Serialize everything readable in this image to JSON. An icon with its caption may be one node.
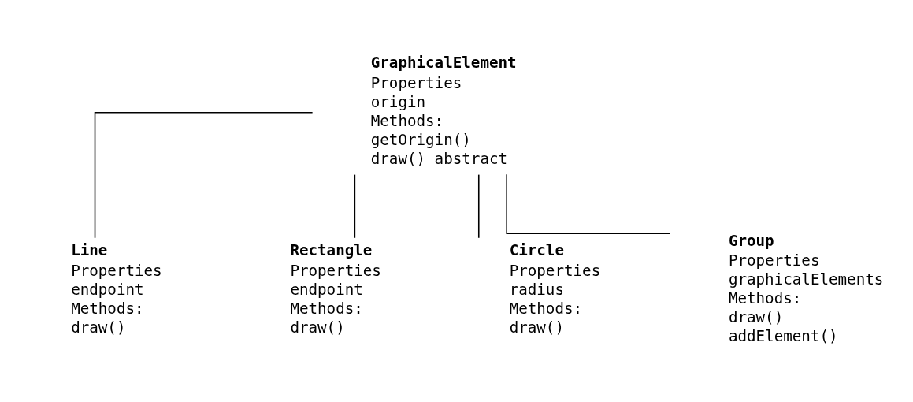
{
  "diagram": {
    "nodes": [
      {
        "text": [
          "GraphicalElement",
          "Properties",
          "origin",
          "Methods:",
          "getOrigin()",
          "draw() abstract"
        ]
      },
      {
        "text": [
          "Line",
          "Properties",
          "endpoint",
          "Methods:",
          "draw()"
        ]
      },
      {
        "text": [
          "Rectangle",
          "Properties",
          "endpoint",
          "Methods:",
          "draw()"
        ]
      },
      {
        "text": [
          "Circle",
          "Properties",
          "radius",
          "Methods:",
          "draw()"
        ]
      },
      {
        "text": [
          "Group",
          "Properties",
          "graphicalElements",
          "Methods:",
          "draw()",
          "addElement()"
        ]
      }
    ],
    "edges": [
      {
        "from": 0,
        "to": 1,
        "arrow": "none"
      },
      {
        "from": 0,
        "to": 2,
        "arrow": "none"
      },
      {
        "from": 0,
        "to": 3,
        "arrow": "none"
      },
      {
        "from": 0,
        "to": 4,
        "arrow": "none"
      }
    ]
  }
}
